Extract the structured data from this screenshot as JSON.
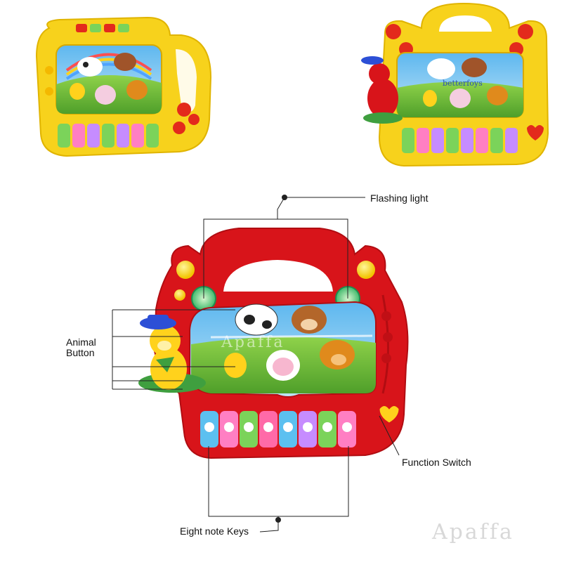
{
  "callouts": {
    "flashing_light": "Flashing light",
    "animal_button_line1": "Animal",
    "animal_button_line2": "Button",
    "function_switch": "Function Switch",
    "eight_note_keys": "Eight note Keys"
  },
  "toy_branding": {
    "label": "betterfoys"
  },
  "watermark": {
    "center": "Apaffa",
    "bottom": "Apaffa"
  },
  "colors": {
    "main_toy": "#d8141a",
    "small_toys": "#f7d21c",
    "callout_line": "#222222"
  },
  "icons": [
    "piano-toy-main",
    "piano-toy-small-left",
    "piano-toy-small-right",
    "callout-dot"
  ]
}
